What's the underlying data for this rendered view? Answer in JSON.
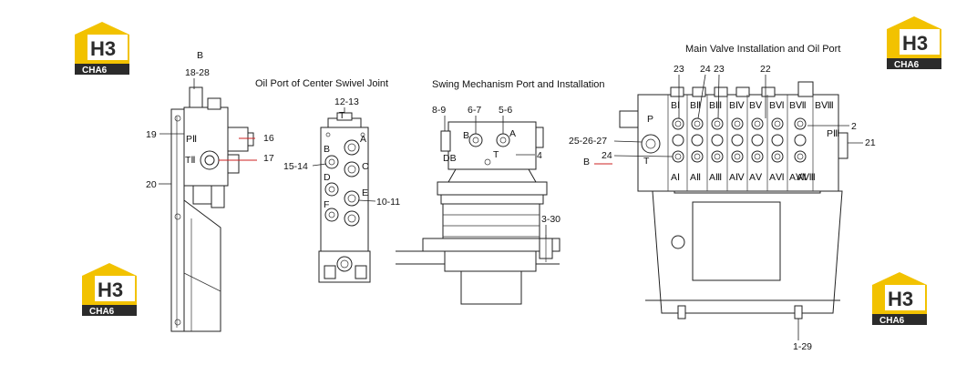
{
  "titles": {
    "center_swivel": "Oil Port of Center Swivel Joint",
    "swing": "Swing Mechanism Port and Installation",
    "main_valve": "Main Valve Installation and Oil Port"
  },
  "logo": {
    "mark": "H3",
    "text": "CHA6"
  },
  "left_assembly": {
    "view_letter": "B",
    "labels": [
      "18-28",
      "19",
      "16",
      "17",
      "20"
    ],
    "ports": [
      "PⅡ",
      "TⅡ"
    ]
  },
  "swivel_joint": {
    "labels": [
      "12-13",
      "15-14",
      "10-11"
    ],
    "port_letters": [
      "T",
      "A",
      "B",
      "C",
      "D",
      "E",
      "F"
    ]
  },
  "swing_mechanism": {
    "labels": [
      "8-9",
      "6-7",
      "5-6",
      "4",
      "3-30"
    ],
    "port_letters": [
      "B",
      "A",
      "DB",
      "T"
    ]
  },
  "main_valve": {
    "labels": [
      "23",
      "24",
      "23",
      "22",
      "2",
      "21",
      "25-26-27",
      "24",
      "1-29"
    ],
    "port_letters": [
      "P",
      "T",
      "B",
      "PⅢ"
    ],
    "top_ports": [
      "BⅠ",
      "BⅡ",
      "BⅢ",
      "BⅣ",
      "BⅤ",
      "BⅥ",
      "BⅦ",
      "BⅧ"
    ],
    "bottom_ports": [
      "AⅠ",
      "AⅡ",
      "AⅢ",
      "AⅣ",
      "AⅤ",
      "AⅥ",
      "AⅦ",
      "AⅧ"
    ]
  }
}
